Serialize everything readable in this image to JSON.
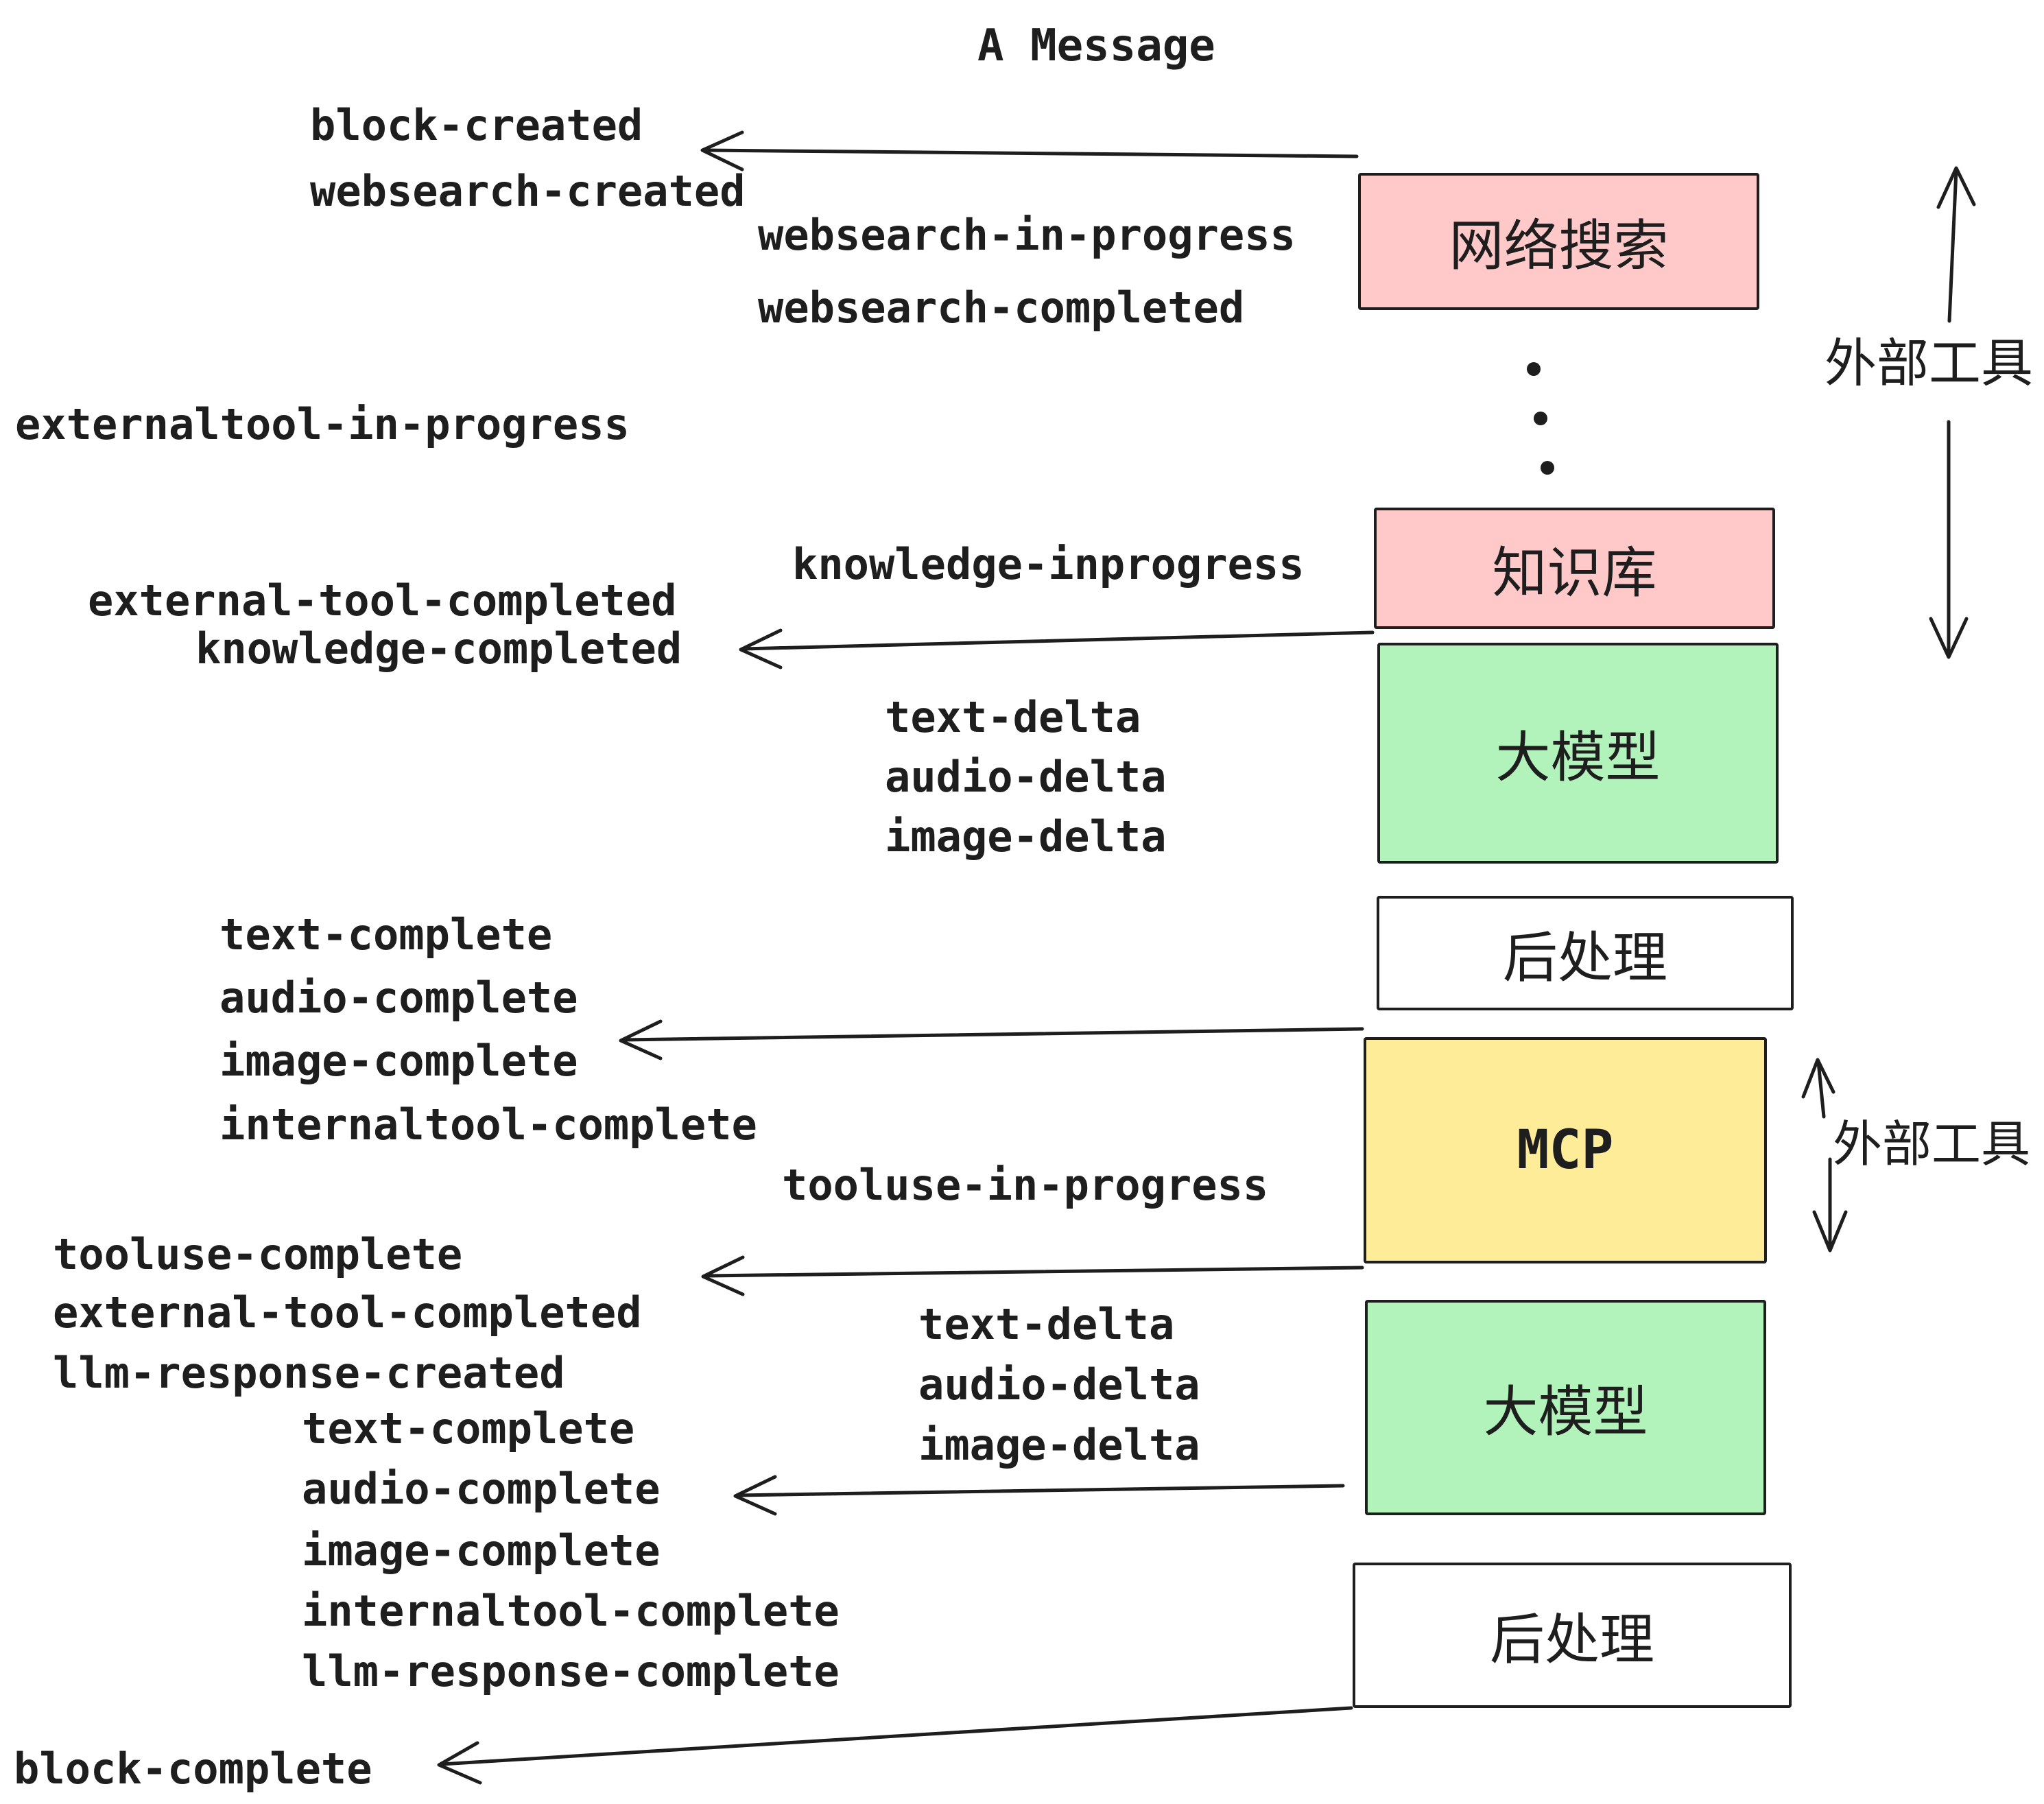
{
  "title": "A Message",
  "events": {
    "block_created": "block-created",
    "websearch_created": "websearch-created",
    "websearch_in_progress": "websearch-in-progress",
    "websearch_completed": "websearch-completed",
    "externaltool_in_progress": "externaltool-in-progress",
    "knowledge_inprogress": "knowledge-inprogress",
    "external_tool_completed_1": "external-tool-completed",
    "knowledge_completed": "knowledge-completed",
    "text_delta_1": "text-delta",
    "audio_delta_1": "audio-delta",
    "image_delta_1": "image-delta",
    "text_complete_1": "text-complete",
    "audio_complete_1": "audio-complete",
    "image_complete_1": "image-complete",
    "internaltool_complete_1": "internaltool-complete",
    "tooluse_in_progress": "tooluse-in-progress",
    "tooluse_complete": "tooluse-complete",
    "external_tool_completed_2": "external-tool-completed",
    "llm_response_created": "llm-response-created",
    "text_delta_2": "text-delta",
    "audio_delta_2": "audio-delta",
    "image_delta_2": "image-delta",
    "text_complete_2": "text-complete",
    "audio_complete_2": "audio-complete",
    "image_complete_2": "image-complete",
    "internaltool_complete_2": "internaltool-complete",
    "llm_response_complete": "llm-response-complete",
    "block_complete": "block-complete"
  },
  "boxes": {
    "websearch": {
      "label": "网络搜索",
      "fill": "#ffc9c9"
    },
    "knowledge": {
      "label": "知识库",
      "fill": "#ffc9c9"
    },
    "llm_top": {
      "label": "大模型",
      "fill": "#b2f2bb"
    },
    "postprocess_top": {
      "label": "后处理",
      "fill": "#ffffff"
    },
    "mcp": {
      "label": "MCP",
      "fill": "#ffec99"
    },
    "llm_bottom": {
      "label": "大模型",
      "fill": "#b2f2bb"
    },
    "postprocess_bottom": {
      "label": "后处理",
      "fill": "#ffffff"
    }
  },
  "annotations": {
    "external_tools_top": "外部工具",
    "external_tools_mid": "外部工具"
  },
  "icons": {
    "vertical_ellipsis": "three stacked dots between websearch and knowledge boxes"
  },
  "colors": {
    "box_pink": "#ffc9c9",
    "box_green": "#b2f2bb",
    "box_yellow": "#ffec99",
    "box_white": "#ffffff",
    "ink": "#1e1e1e",
    "background": "#ffffff"
  }
}
